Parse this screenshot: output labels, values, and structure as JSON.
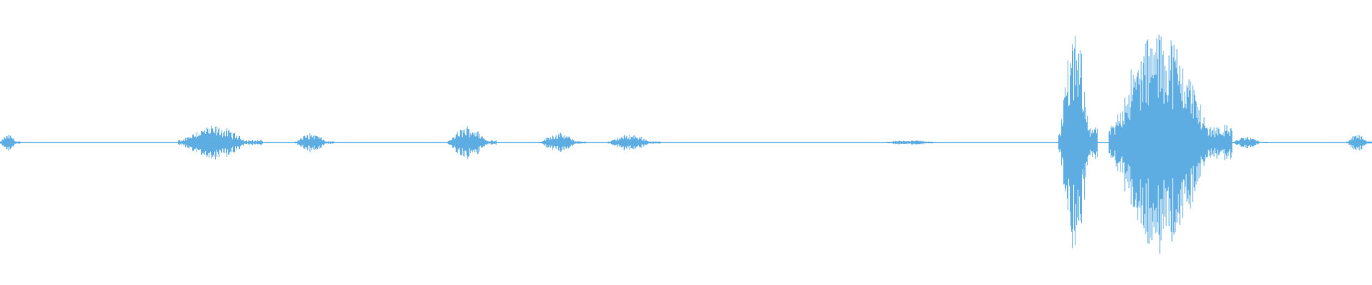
{
  "waveform": {
    "color": "#5dade2",
    "background": "#ffffff",
    "duration_s": 60,
    "amplitude_range": [
      -1,
      1
    ],
    "baseline_amplitude": 0.004,
    "segments": [
      {
        "start_s": 0.0,
        "end_s": 0.9,
        "peak": 0.07
      },
      {
        "start_s": 7.8,
        "end_s": 11.5,
        "peak": 0.14
      },
      {
        "start_s": 12.9,
        "end_s": 14.6,
        "peak": 0.08
      },
      {
        "start_s": 19.6,
        "end_s": 21.7,
        "peak": 0.14
      },
      {
        "start_s": 23.6,
        "end_s": 25.6,
        "peak": 0.08
      },
      {
        "start_s": 26.6,
        "end_s": 28.9,
        "peak": 0.07
      },
      {
        "start_s": 38.5,
        "end_s": 41.6,
        "peak": 0.02
      },
      {
        "start_s": 46.3,
        "end_s": 48.0,
        "peak": 0.9
      },
      {
        "start_s": 48.5,
        "end_s": 53.9,
        "peak": 0.96
      },
      {
        "start_s": 53.9,
        "end_s": 55.4,
        "peak": 0.05
      },
      {
        "start_s": 58.9,
        "end_s": 60.0,
        "peak": 0.07
      }
    ]
  }
}
